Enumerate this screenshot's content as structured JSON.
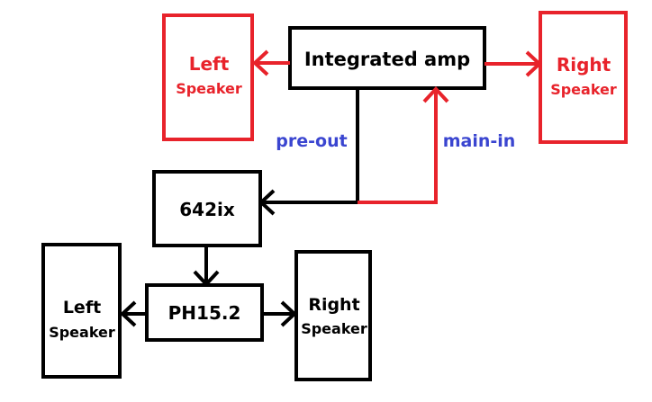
{
  "nodes": {
    "integrated_amp": "Integrated amp",
    "preamp": "642ix",
    "power_amp": "PH15.2",
    "top_left_speaker": {
      "line1": "Left",
      "line2": "Speaker"
    },
    "top_right_speaker": {
      "line1": "Right",
      "line2": "Speaker"
    },
    "bottom_left_speaker": {
      "line1": "Left",
      "line2": "Speaker"
    },
    "bottom_right_speaker": {
      "line1": "Right",
      "line2": "Speaker"
    }
  },
  "connections": {
    "pre_out": "pre-out",
    "main_in": "main-in"
  },
  "colors": {
    "black": "#000000",
    "red": "#e8232b",
    "blue": "#3a45d0"
  }
}
